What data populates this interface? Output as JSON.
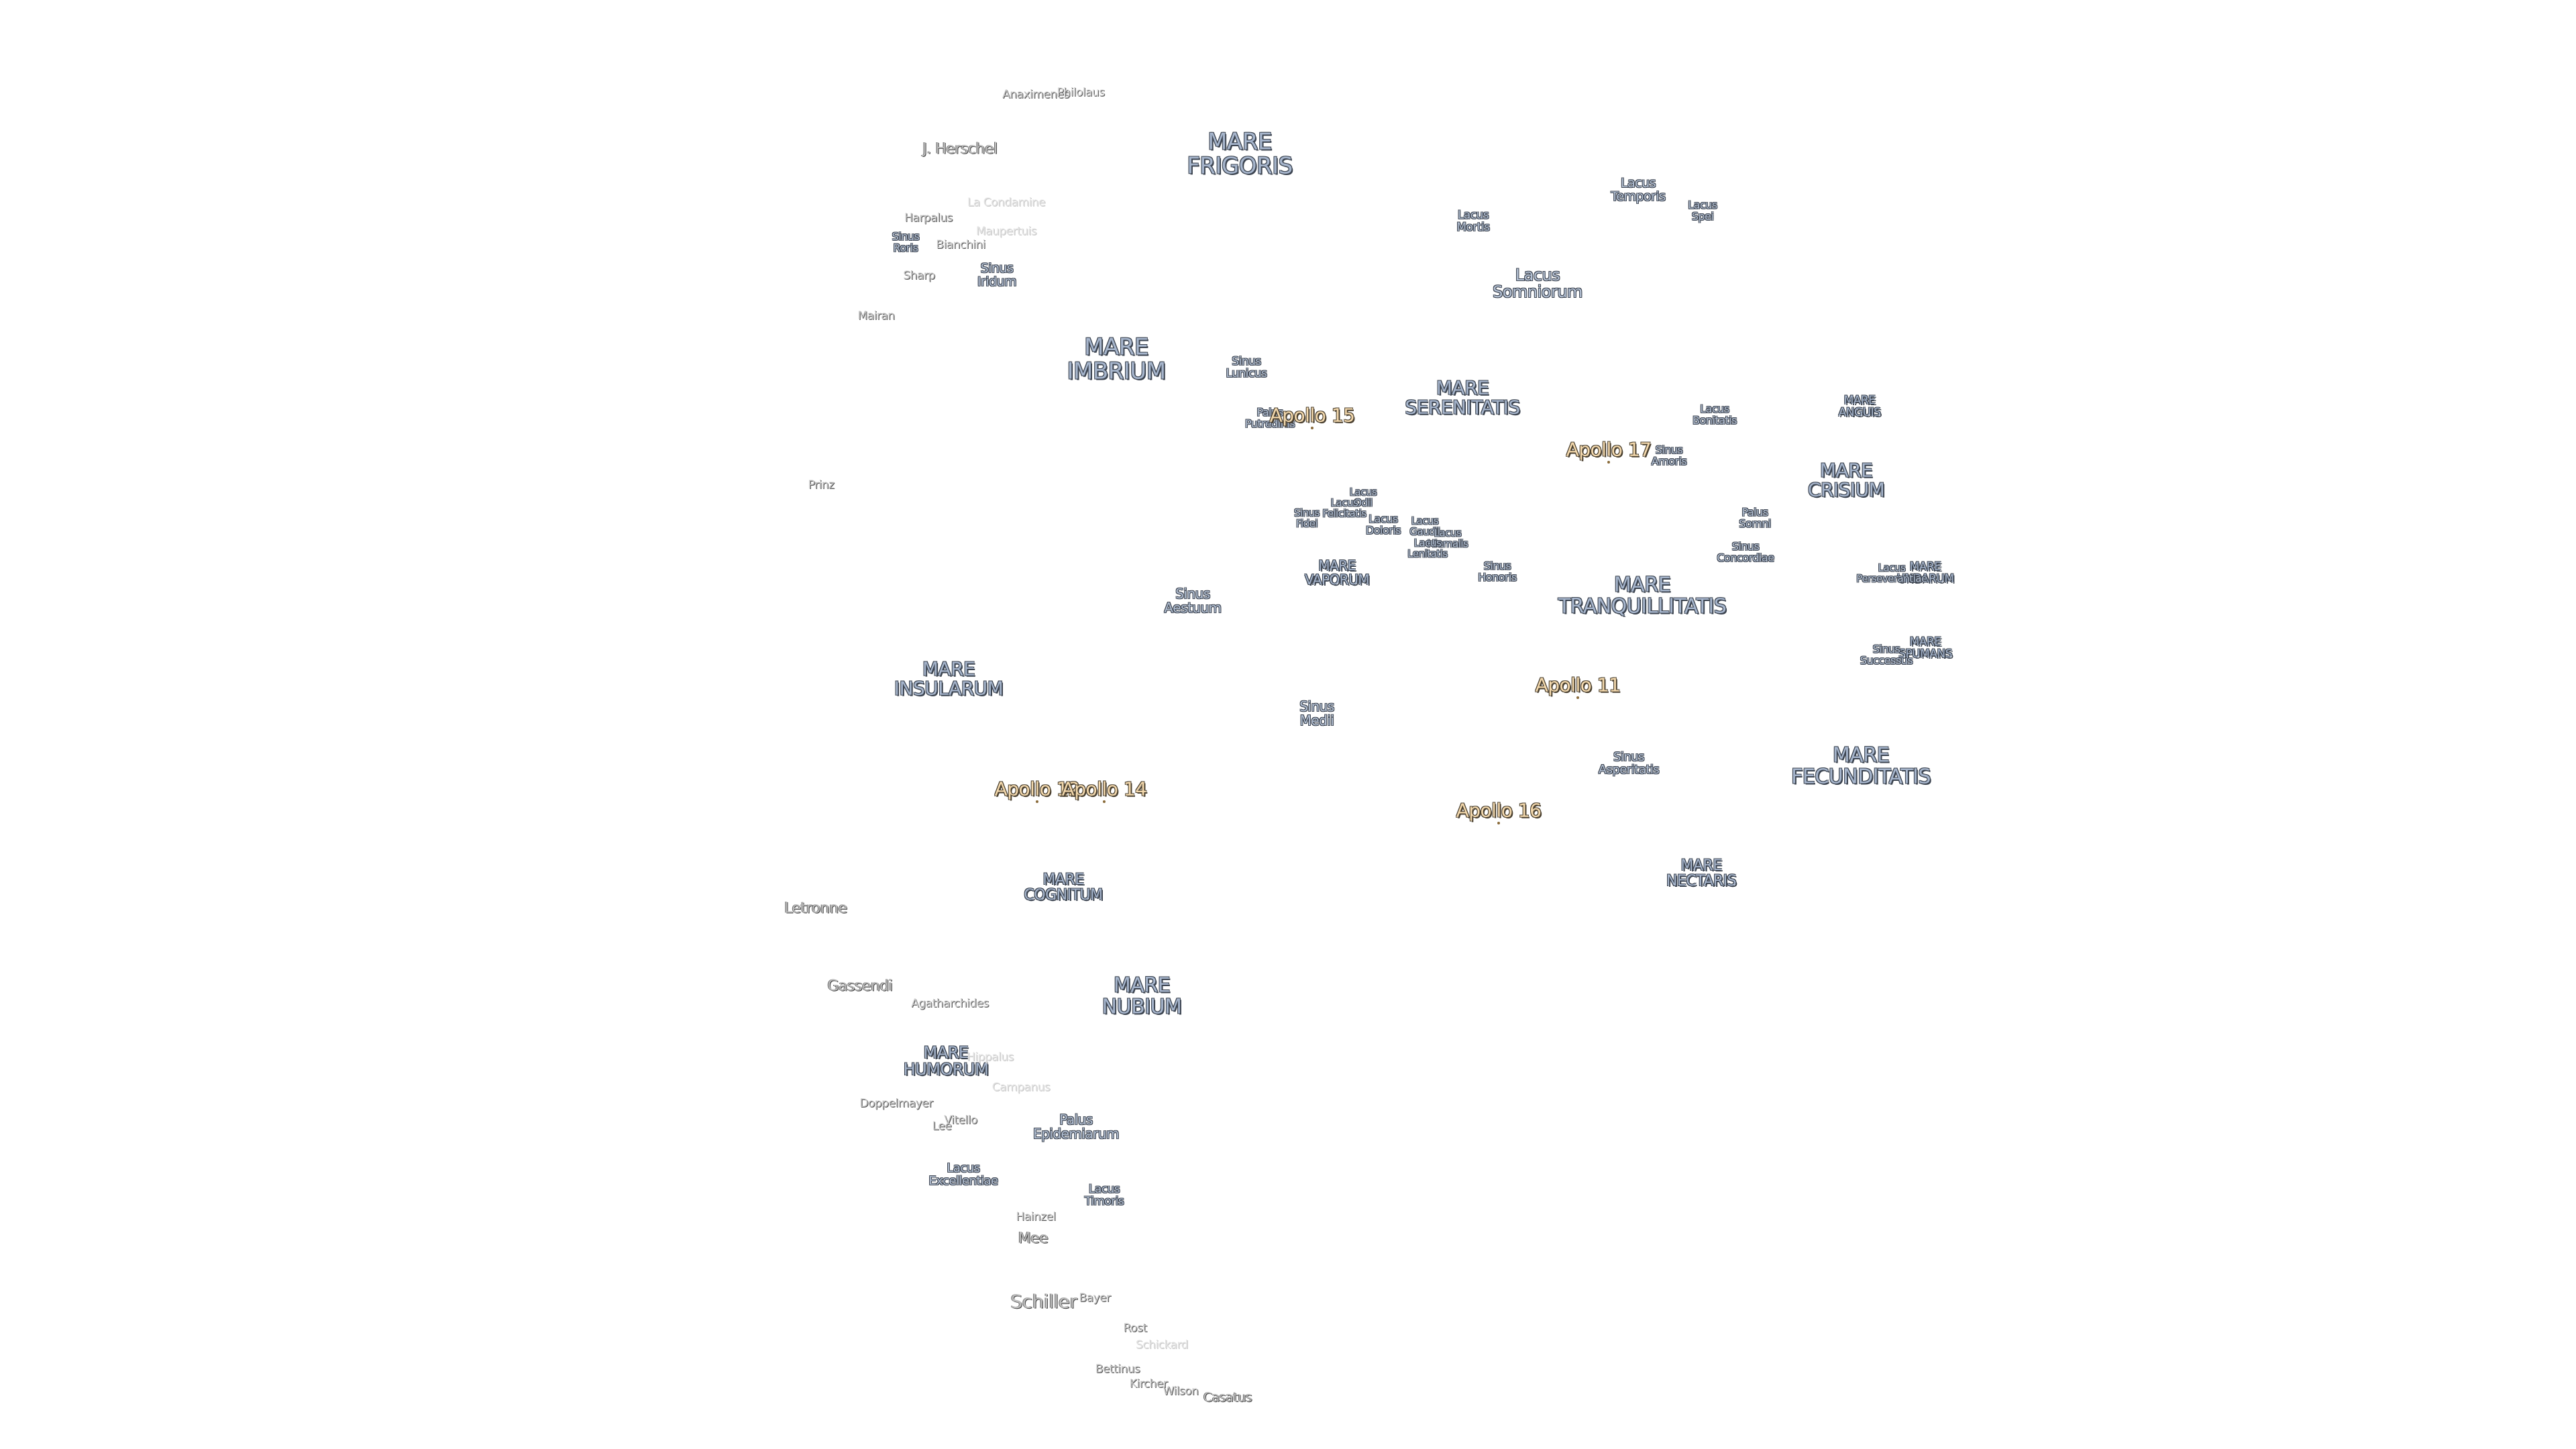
{
  "maria": [
    {
      "name": "MARE\nFRIGORIS"
    },
    {
      "name": "MARE\nIMBRIUM"
    },
    {
      "name": "MARE\nSERENITATIS"
    },
    {
      "name": "MARE\nTRANQUILLITATIS"
    },
    {
      "name": "MARE\nCRISIUM"
    },
    {
      "name": "MARE\nINSULARUM"
    },
    {
      "name": "MARE\nFECUNDITATIS"
    },
    {
      "name": "MARE\nCOGNITUM"
    },
    {
      "name": "MARE\nNUBIUM"
    },
    {
      "name": "MARE\nHUMORUM"
    },
    {
      "name": "MARE\nNECTARIS"
    },
    {
      "name": "MARE\nVAPORUM"
    },
    {
      "name": "MARE\nANGUIS"
    },
    {
      "name": "MARE\nUNDARUM"
    },
    {
      "name": "MARE\nSPUMANS"
    }
  ],
  "minor_features": [
    {
      "name": "Lacus\nTemporis"
    },
    {
      "name": "Lacus\nSpei"
    },
    {
      "name": "Lacus\nMortis"
    },
    {
      "name": "Lacus\nSomniorum"
    },
    {
      "name": "Sinus\nIridum"
    },
    {
      "name": "Sinus\nRoris"
    },
    {
      "name": "Sinus\nLunicus"
    },
    {
      "name": "Palus\nPutredinis"
    },
    {
      "name": "Lacus\nBonitatis"
    },
    {
      "name": "Sinus\nAmoris"
    },
    {
      "name": "Palus\nSomni"
    },
    {
      "name": "Sinus\nConcordiae"
    },
    {
      "name": "Lacus\nOdii"
    },
    {
      "name": "Sinus\nFidei"
    },
    {
      "name": "Lacus\nFelicitatis"
    },
    {
      "name": "Lacus\nDoloris"
    },
    {
      "name": "Lacus\nGaudii"
    },
    {
      "name": "Lacus\nHiemalis"
    },
    {
      "name": "Lacus\nLenitatis"
    },
    {
      "name": "Sinus\nHonoris"
    },
    {
      "name": "Lacus\nPerseverantiae"
    },
    {
      "name": "Sinus\nAestuum"
    },
    {
      "name": "Sinus\nMedii"
    },
    {
      "name": "Sinus\nSuccessus"
    },
    {
      "name": "Sinus\nAsperitatis"
    },
    {
      "name": "Palus\nEpidemiarum"
    },
    {
      "name": "Lacus\nExcellentiae"
    },
    {
      "name": "Lacus\nTimoris"
    }
  ],
  "craters": [
    {
      "name": "J. Herschel",
      "style": "crater"
    },
    {
      "name": "Anaximenes",
      "style": "crater-s"
    },
    {
      "name": "Philolaus",
      "style": "crater-s"
    },
    {
      "name": "Harpalus",
      "style": "crater-s"
    },
    {
      "name": "Bianchini",
      "style": "crater-s"
    },
    {
      "name": "Sharp",
      "style": "crater-s"
    },
    {
      "name": "Mairan",
      "style": "crater-s"
    },
    {
      "name": "Prinz",
      "style": "crater-s"
    },
    {
      "name": "Letronne",
      "style": "crater"
    },
    {
      "name": "Gassendi",
      "style": "crater"
    },
    {
      "name": "Agatharchides",
      "style": "crater-s"
    },
    {
      "name": "Doppelmayer",
      "style": "crater-s"
    },
    {
      "name": "Vitello",
      "style": "crater-s"
    },
    {
      "name": "Lee",
      "style": "crater-s"
    },
    {
      "name": "Hainzel",
      "style": "crater-s"
    },
    {
      "name": "Mee",
      "style": "crater"
    },
    {
      "name": "Schiller",
      "style": "crater-l"
    },
    {
      "name": "Bayer",
      "style": "crater-s"
    },
    {
      "name": "Rost",
      "style": "crater-s"
    },
    {
      "name": "Bettinus",
      "style": "crater-s"
    },
    {
      "name": "Kircher",
      "style": "crater-s"
    },
    {
      "name": "Wilson",
      "style": "crater-s"
    },
    {
      "name": "Casatus",
      "style": "crater"
    }
  ],
  "faint_craters": [
    {
      "name": "La Condamine"
    },
    {
      "name": "Maupertuis"
    },
    {
      "name": "Hippalus"
    },
    {
      "name": "Campanus"
    },
    {
      "name": "Schickard"
    }
  ],
  "apollo_sites": [
    {
      "name": "Apollo 15"
    },
    {
      "name": "Apollo 17"
    },
    {
      "name": "Apollo 11"
    },
    {
      "name": "Apollo 12"
    },
    {
      "name": "Apollo 14"
    },
    {
      "name": "Apollo 16"
    }
  ]
}
